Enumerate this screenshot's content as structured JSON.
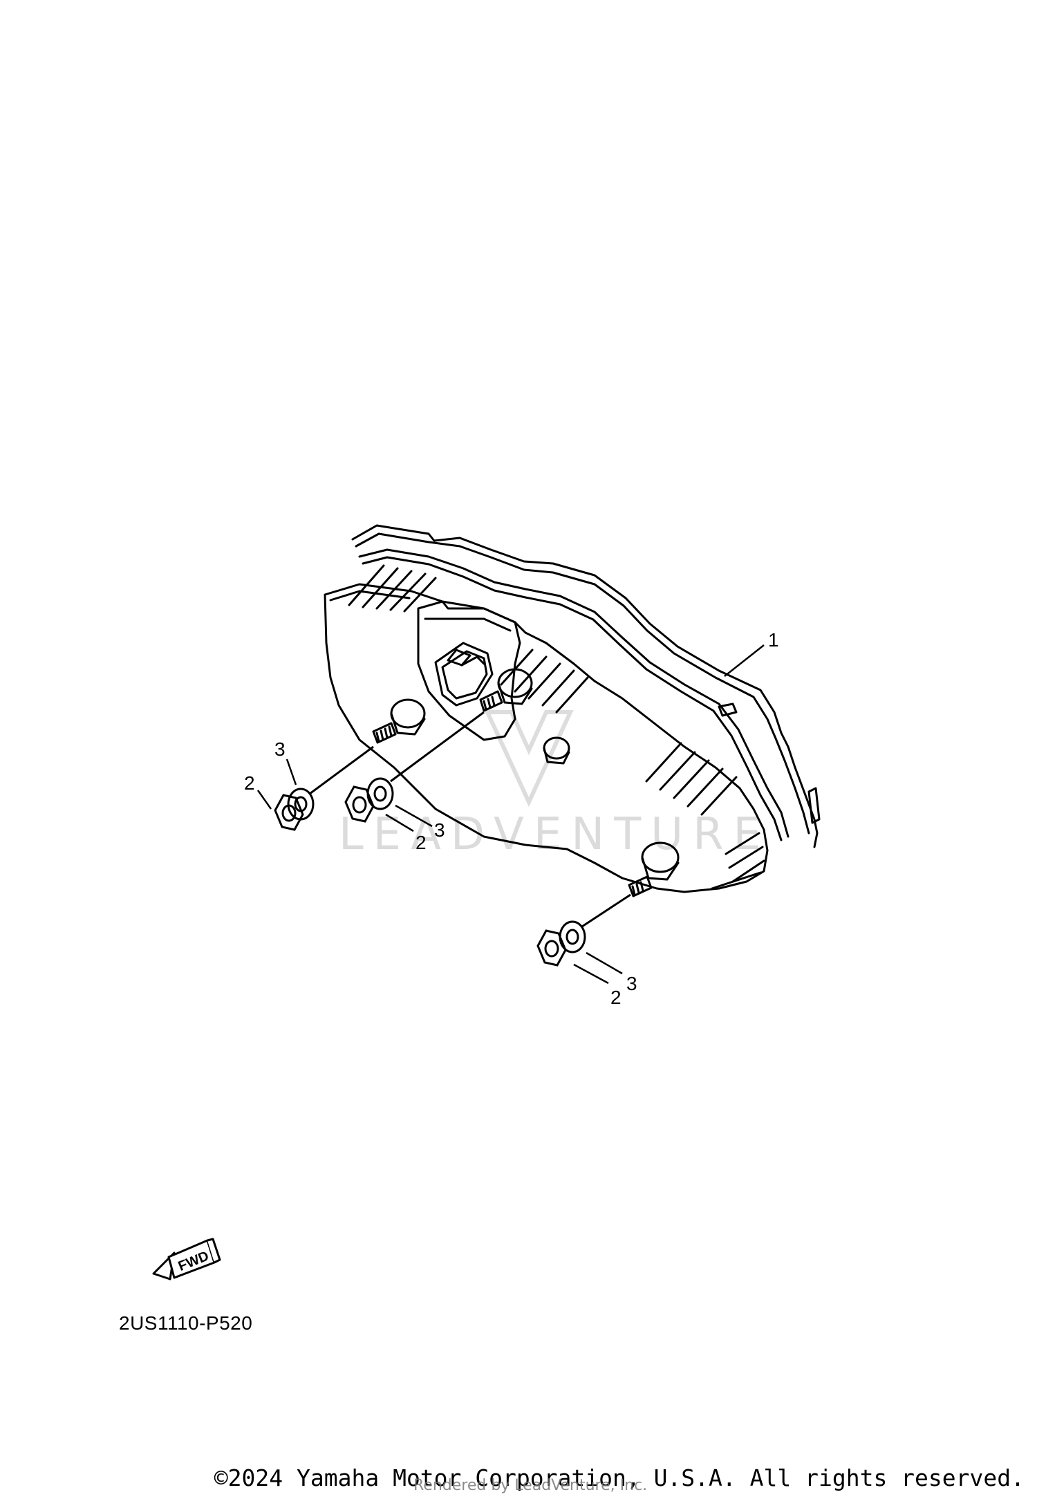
{
  "diagram": {
    "callouts": [
      "1",
      "2",
      "3"
    ],
    "fwd_label": "FWD",
    "drawing_code": "2US1110-P520",
    "watermark": "LEADVENTURE",
    "copyright": "©2024 Yamaha Motor Corporation, U.S.A. All rights reserved.",
    "rendered_by": "Rendered by LeadVenture, Inc."
  }
}
